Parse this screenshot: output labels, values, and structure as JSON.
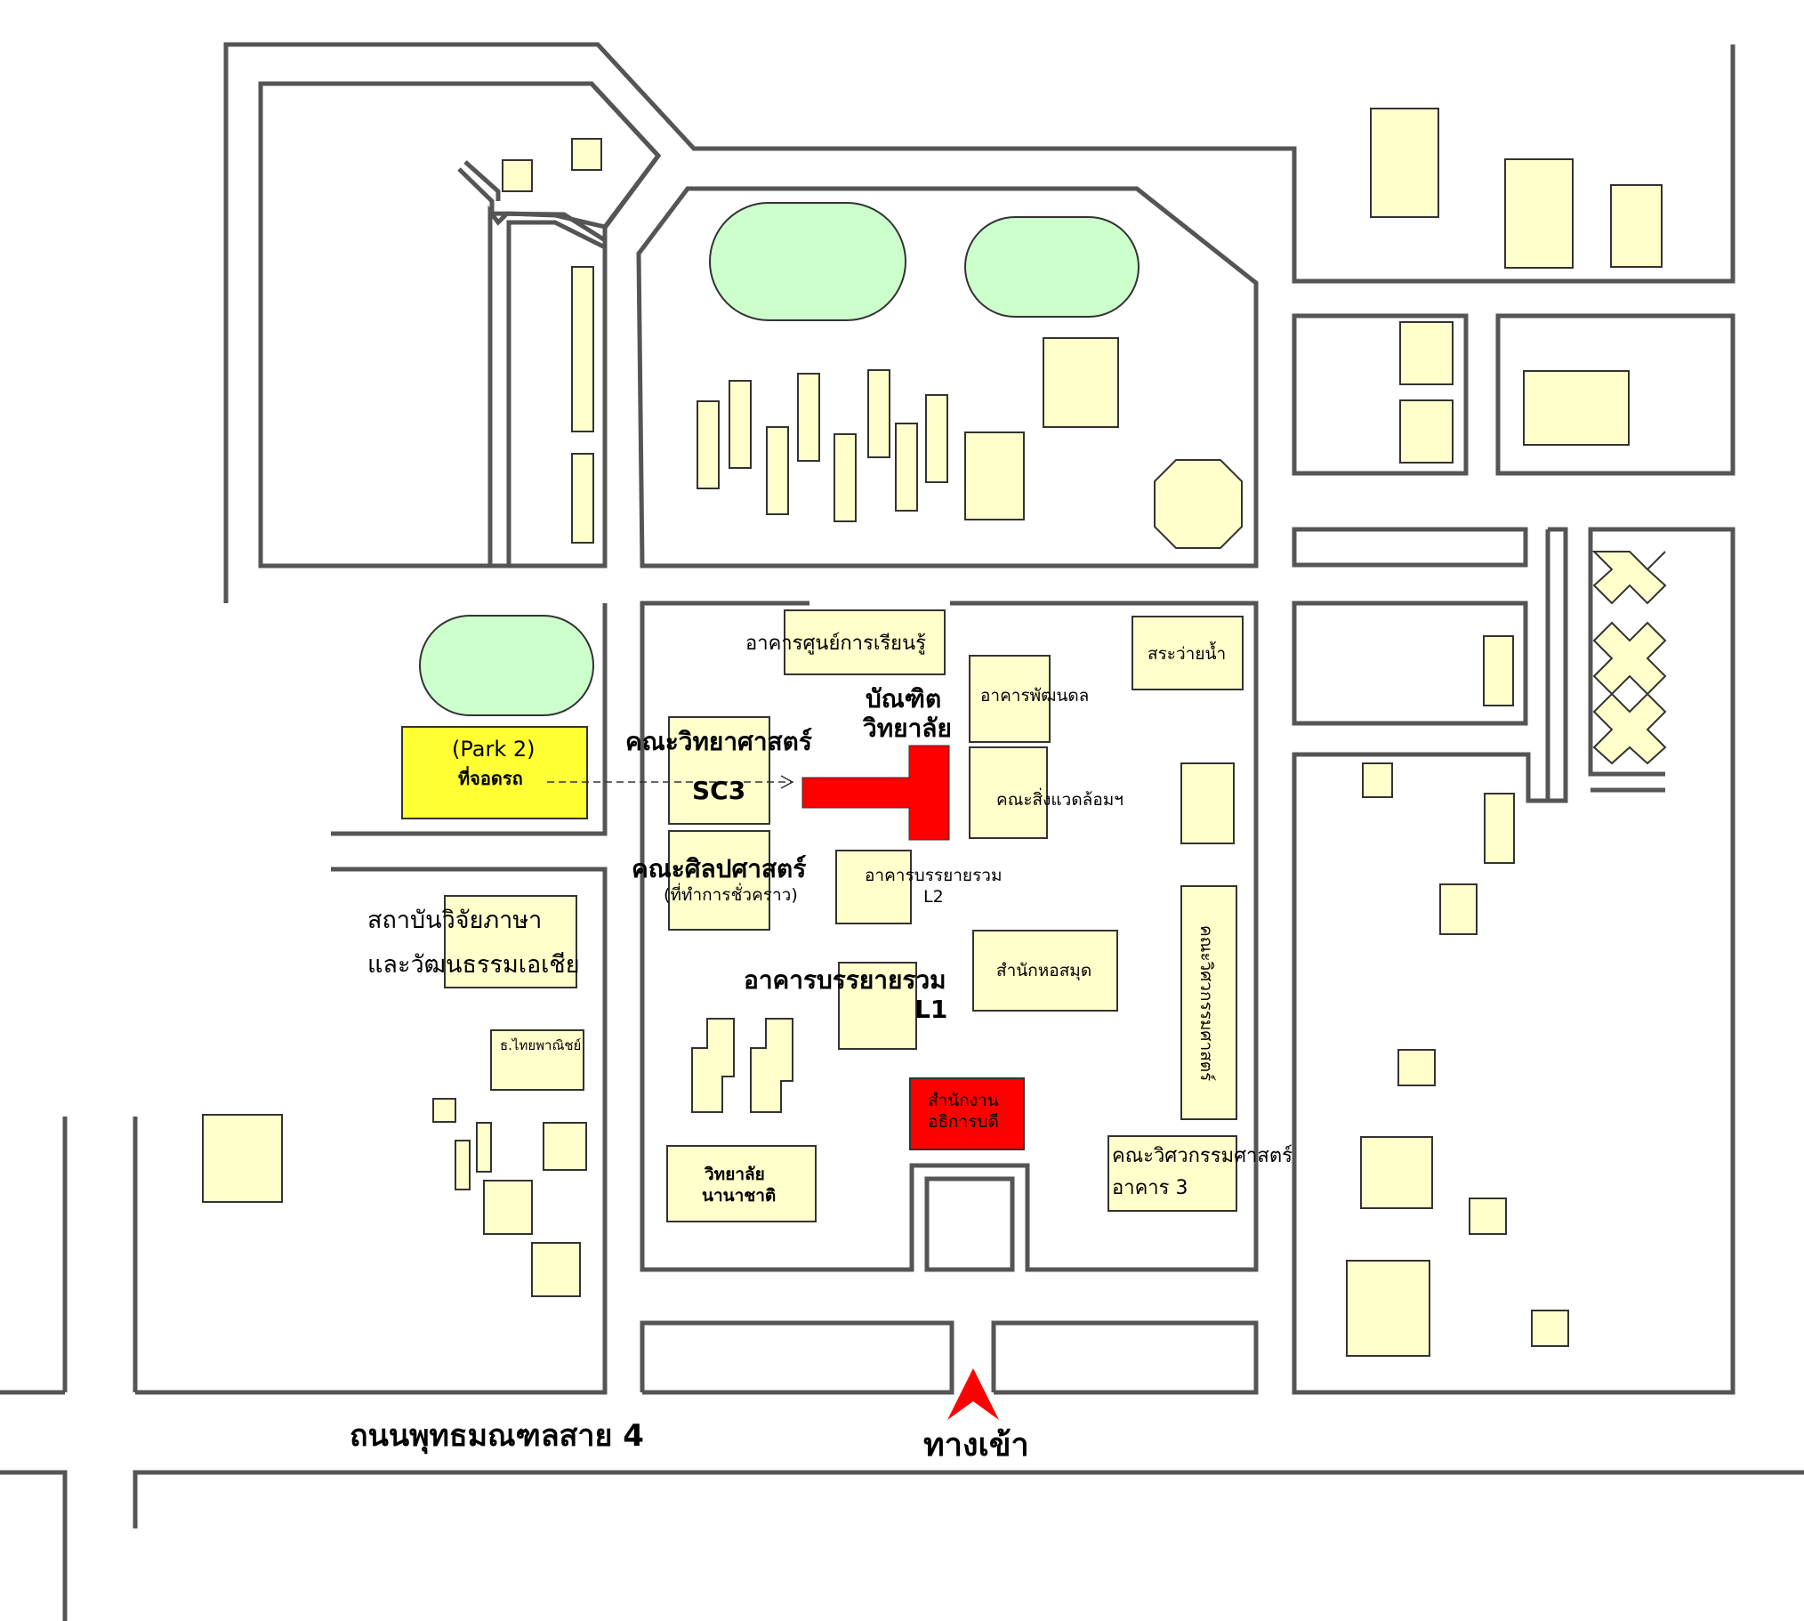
{
  "labels": {
    "learning_center": "อาคารศูนย์การเรียนรู้",
    "graduate_line1": "บัณฑิต",
    "graduate_line2": "วิทยาลัย",
    "pattanadol": "อาคารพัฒนดล",
    "swimming_pool": "สระว่ายน้ำ",
    "faculty_science": "คณะวิทยาศาสตร์",
    "sc3": "SC3",
    "faculty_environment": "คณะสิ่งแวดล้อมฯ",
    "faculty_arts": "คณะศิลปศาสตร์",
    "faculty_arts_note": "(ที่ทำการชั่วคราว)",
    "lecture_l2_name": "อาคารบรรยายรวม",
    "lecture_l2_code": "L2",
    "language_institute_line1": "สถาบันวิจัยภาษา",
    "language_institute_line2": "และวัฒนธรรมเอเชีย",
    "library": "สำนักหอสมุด",
    "engineering_vertical": "คณะวิศวกรรมศาสตร์",
    "lecture_l1_name": "อาคารบรรยายรวม",
    "lecture_l1_code": "L1",
    "bank": "ธ.ไทยพาณิชย์",
    "president_office_line1": "สำนักงาน",
    "president_office_line2": "อธิการบดี",
    "engineering_bldg3_line1": "คณะวิศวกรรมศาสตร์",
    "engineering_bldg3_line2": "อาคาร 3",
    "international_college_line1": "วิทยาลัย",
    "international_college_line2": "นานาชาติ",
    "parking_name": "(Park 2)",
    "parking_label": "ที่จอดรถ",
    "road_name": "ถนนพุทธมณฑลสาย 4",
    "entrance": "ทางเข้า"
  },
  "colors": {
    "road": "#555555",
    "building": "#ffffcc",
    "field": "#ccffcc",
    "parking": "#ffff33",
    "highlight": "#ff0000",
    "road_label": "#1f2bd9"
  }
}
